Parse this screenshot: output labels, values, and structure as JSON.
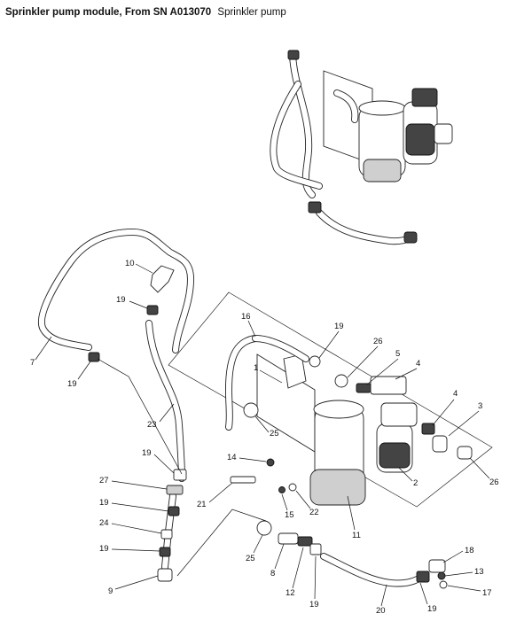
{
  "header": {
    "title": "Sprinkler pump module, From SN A013070",
    "subtitle": "Sprinkler pump"
  },
  "callouts": {
    "c10": "10",
    "c19a": "19",
    "c7": "7",
    "c19b": "19",
    "c23": "23",
    "c19c": "19",
    "c27": "27",
    "c19d": "19",
    "c24": "24",
    "c19e": "19",
    "c9": "9",
    "c16": "16",
    "c1": "1",
    "c19f": "19",
    "c26a": "26",
    "c5": "5",
    "c4a": "4",
    "c4b": "4",
    "c3": "3",
    "c25a": "25",
    "c14": "14",
    "c21": "21",
    "c15": "15",
    "c22": "22",
    "c11": "11",
    "c2": "2",
    "c26b": "26",
    "c25b": "25",
    "c8": "8",
    "c12": "12",
    "c19g": "19",
    "c20": "20",
    "c18": "18",
    "c13": "13",
    "c17": "17",
    "c19h": "19"
  }
}
